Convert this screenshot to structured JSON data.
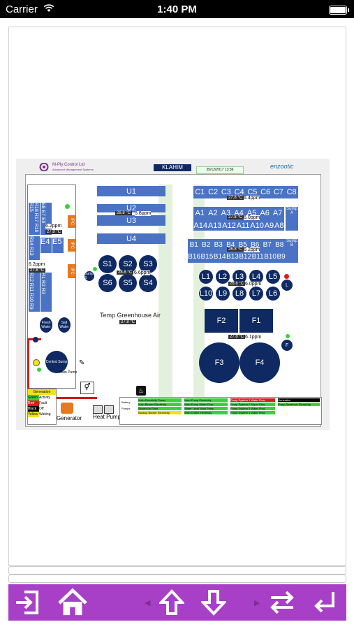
{
  "status_bar": {
    "carrier": "Carrier",
    "time": "1:40 PM"
  },
  "header": {
    "company": "M-Ply Control Ltd",
    "tagline": "Advanced Management Systems",
    "location": "KLAHIM",
    "datetime": "25/12/2017 13:36",
    "partner_logo": "enzootic"
  },
  "zones": {
    "u1": "U1",
    "u2": "U2",
    "u3": "U3",
    "u4": "U4",
    "u_reading": "28.8 °C",
    "u_ppm": "5.8ppm",
    "c_row": [
      "C1",
      "C2",
      "C3",
      "C4",
      "C5",
      "C6",
      "C7",
      "C8"
    ],
    "c_reading": "27.8 °C",
    "c_ppm": "6.4ppm",
    "a_row1": [
      "A1",
      "A2",
      "A3",
      "A4",
      "A5",
      "A6",
      "A7"
    ],
    "a_row2": [
      "A14",
      "A13",
      "A12",
      "A11",
      "A10",
      "A9",
      "A8"
    ],
    "a_reading": "27.8 °C",
    "a_ppm": "6.0ppm",
    "sump_a": "Sump A",
    "b_row1": [
      "B1",
      "B2",
      "B3",
      "B4",
      "B5",
      "B6",
      "B7",
      "B8"
    ],
    "b_row2": [
      "B16",
      "B15",
      "B14",
      "B13",
      "B12",
      "B11",
      "B10",
      "B9"
    ],
    "b_reading": "26.8 °C",
    "b_ppm": "6.2ppm",
    "sump_b": "Sump B",
    "s_tanks": [
      "S1",
      "S2",
      "S3",
      "S6",
      "S5",
      "S4"
    ],
    "sump_s": "Sump S",
    "s_reading": "28.8 °C",
    "s_ppm": "6.6ppm",
    "l_row1": [
      "L1",
      "L2",
      "L3",
      "L4",
      "L5"
    ],
    "l_row2": [
      "L10",
      "L9",
      "L8",
      "L7",
      "L6"
    ],
    "l_reading": "28.8 °C",
    "l_ppm": "6.0ppm",
    "sump_l": "L",
    "f_tanks": [
      "F2",
      "F1",
      "F3",
      "F4"
    ],
    "f_reading": "27.8 °C",
    "f_ppm": "6.1ppm",
    "sump_f": "F",
    "e_col1": [
      "E1",
      "E2",
      "E3",
      "E4"
    ],
    "e_col2": [
      "E5",
      "E6",
      "E7",
      "E8"
    ],
    "e_reading": "27.8 °C",
    "e_ppm": "6.2ppm",
    "r_reading": "27.8 °C",
    "r_ppm": "6.2ppm",
    "temp_greenhouse_label": "Temp Greenhouse Air",
    "temp_greenhouse_value": "27.8 °C",
    "fresh_water": "Fresh Water",
    "salt_water": "Salt Water",
    "central_sump": "Central Sump",
    "main_pump": "Main Pump",
    "generator": "Generator",
    "heat_pump": "Heat Pump"
  },
  "legend": {
    "title": "Generation",
    "rows": [
      {
        "state": "Activity",
        "color": "#3bd13b",
        "label": "Green"
      },
      {
        "state": "Fault",
        "color": "#e01b1b",
        "label": "Red"
      },
      {
        "state": "Off",
        "color": "#000000",
        "label": "Black"
      },
      {
        "state": "Waiting",
        "color": "#f2e21b",
        "label": "Yellow"
      }
    ]
  },
  "status_table": {
    "col1": [
      "Battery",
      "Pumps",
      ""
    ],
    "col2": [
      "Main Electricity Power",
      "Main Blower Electricity",
      "Blower for Fiber",
      "Backup Blower Electricity"
    ],
    "col3": [
      "Main Pump Electricity",
      "Main Pump Water Flow",
      "Water Level Main Pump",
      "Main Chiller Electricity"
    ],
    "col4": [
      "Pump System 1 Water Flow",
      "Pump System 2 Super Flow",
      "Pump System 3 Water Flow",
      "Pump System 4 Water Flow"
    ],
    "col5": [
      "Generator",
      "Pump Reservoir Electricity",
      "",
      ""
    ]
  },
  "toolbar": {
    "buttons": [
      "exit-icon",
      "home-icon",
      "up-arrow-icon",
      "down-arrow-icon",
      "swap-icon",
      "return-icon"
    ]
  },
  "colors": {
    "toolbar": "#a83fc7",
    "tank": "#0f2a63",
    "zone": "#4a73c4"
  }
}
